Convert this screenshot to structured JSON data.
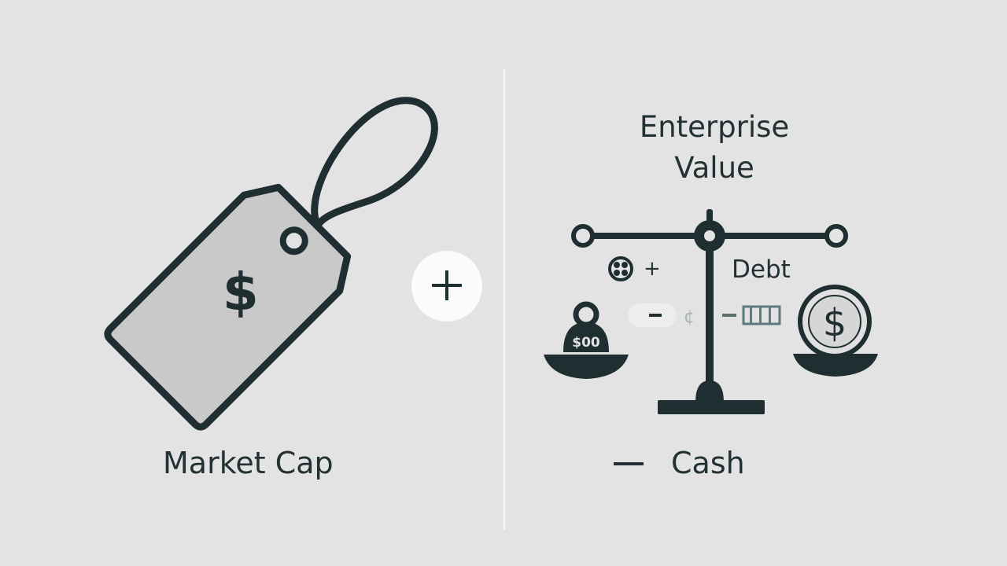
{
  "left": {
    "label": "Market Cap",
    "icon": "price-tag-icon",
    "operator": "+"
  },
  "right": {
    "title": "Enterprise Value",
    "debt_label": "Debt",
    "cash_label": "Cash",
    "cash_operator": "—",
    "small_operator": "+",
    "scale_icon": "balance-scale-icon"
  },
  "colors": {
    "background": "#e3e3e3",
    "ink": "#1f2e31",
    "tag_fill": "#c9c9c9",
    "divider": "#f7f7f7"
  }
}
